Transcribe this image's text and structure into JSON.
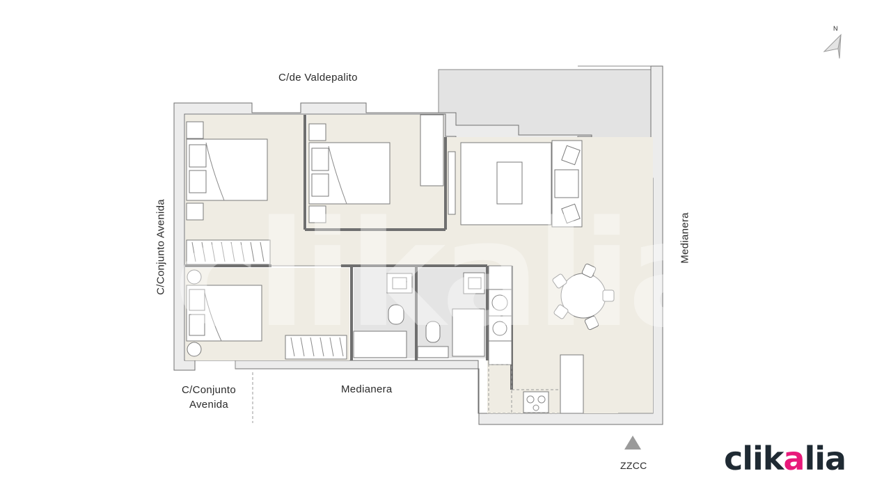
{
  "labels": {
    "street_top": "C/de Valdepalito",
    "street_left": "C/Conjunto Avenida",
    "street_bottom_left_1": "C/Conjunto",
    "street_bottom_left_2": "Avenida",
    "bottom": "Medianera",
    "right": "Medianera",
    "entrance": "ZZCC",
    "north": "N"
  },
  "brand": {
    "part1": "clik",
    "part2": "a",
    "part3": "lia",
    "watermark": "clikalia",
    "color_primary": "#1f2a33",
    "color_accent": "#e8197a"
  }
}
